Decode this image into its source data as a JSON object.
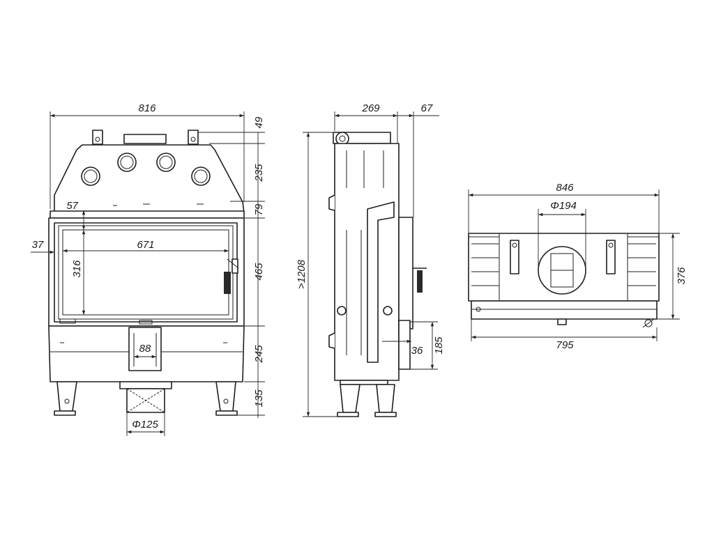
{
  "front_view": {
    "dim_total_width": "816",
    "dim_top_flange": "49",
    "dim_upper_body": "235",
    "dim_lintel": "79",
    "dim_door_height": "465",
    "dim_lower_body": "245",
    "dim_legs": "135",
    "dim_glass_top": "57",
    "dim_glass_width": "671",
    "dim_glass_height": "316",
    "dim_side_offset": "37",
    "dim_air_inlet": "88",
    "dim_air_pipe": "Φ125"
  },
  "side_view": {
    "dim_depth": "269",
    "dim_handle": "67",
    "dim_total_height": ">1208",
    "dim_lever_offset": "36",
    "dim_lever_height": "185"
  },
  "top_view": {
    "dim_total_width": "846",
    "dim_flue": "Φ194",
    "dim_depth": "376",
    "dim_base_width": "795"
  }
}
